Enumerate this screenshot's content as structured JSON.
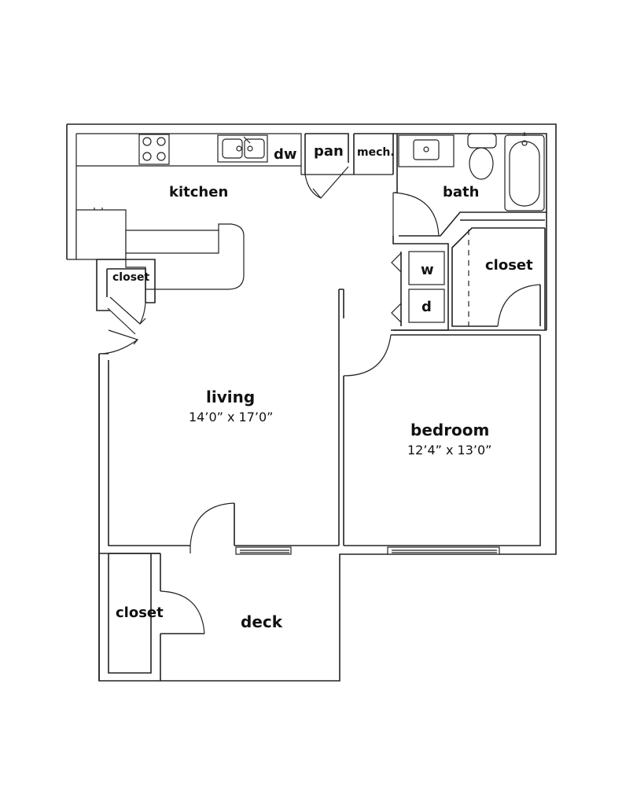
{
  "rooms": {
    "kitchen": "kitchen",
    "dw": "dw",
    "pan": "pan",
    "mech": "mech.",
    "bath": "bath",
    "closet_kitchen": "closet",
    "w": "w",
    "d": "d",
    "closet_bedroom": "closet",
    "living": "living",
    "living_dim": "14’0” x 17’0”",
    "bedroom": "bedroom",
    "bedroom_dim": "12’4” x 13’0”",
    "closet_deck": "closet",
    "deck": "deck"
  },
  "colors": {
    "line": "#222222",
    "background": "#ffffff"
  }
}
